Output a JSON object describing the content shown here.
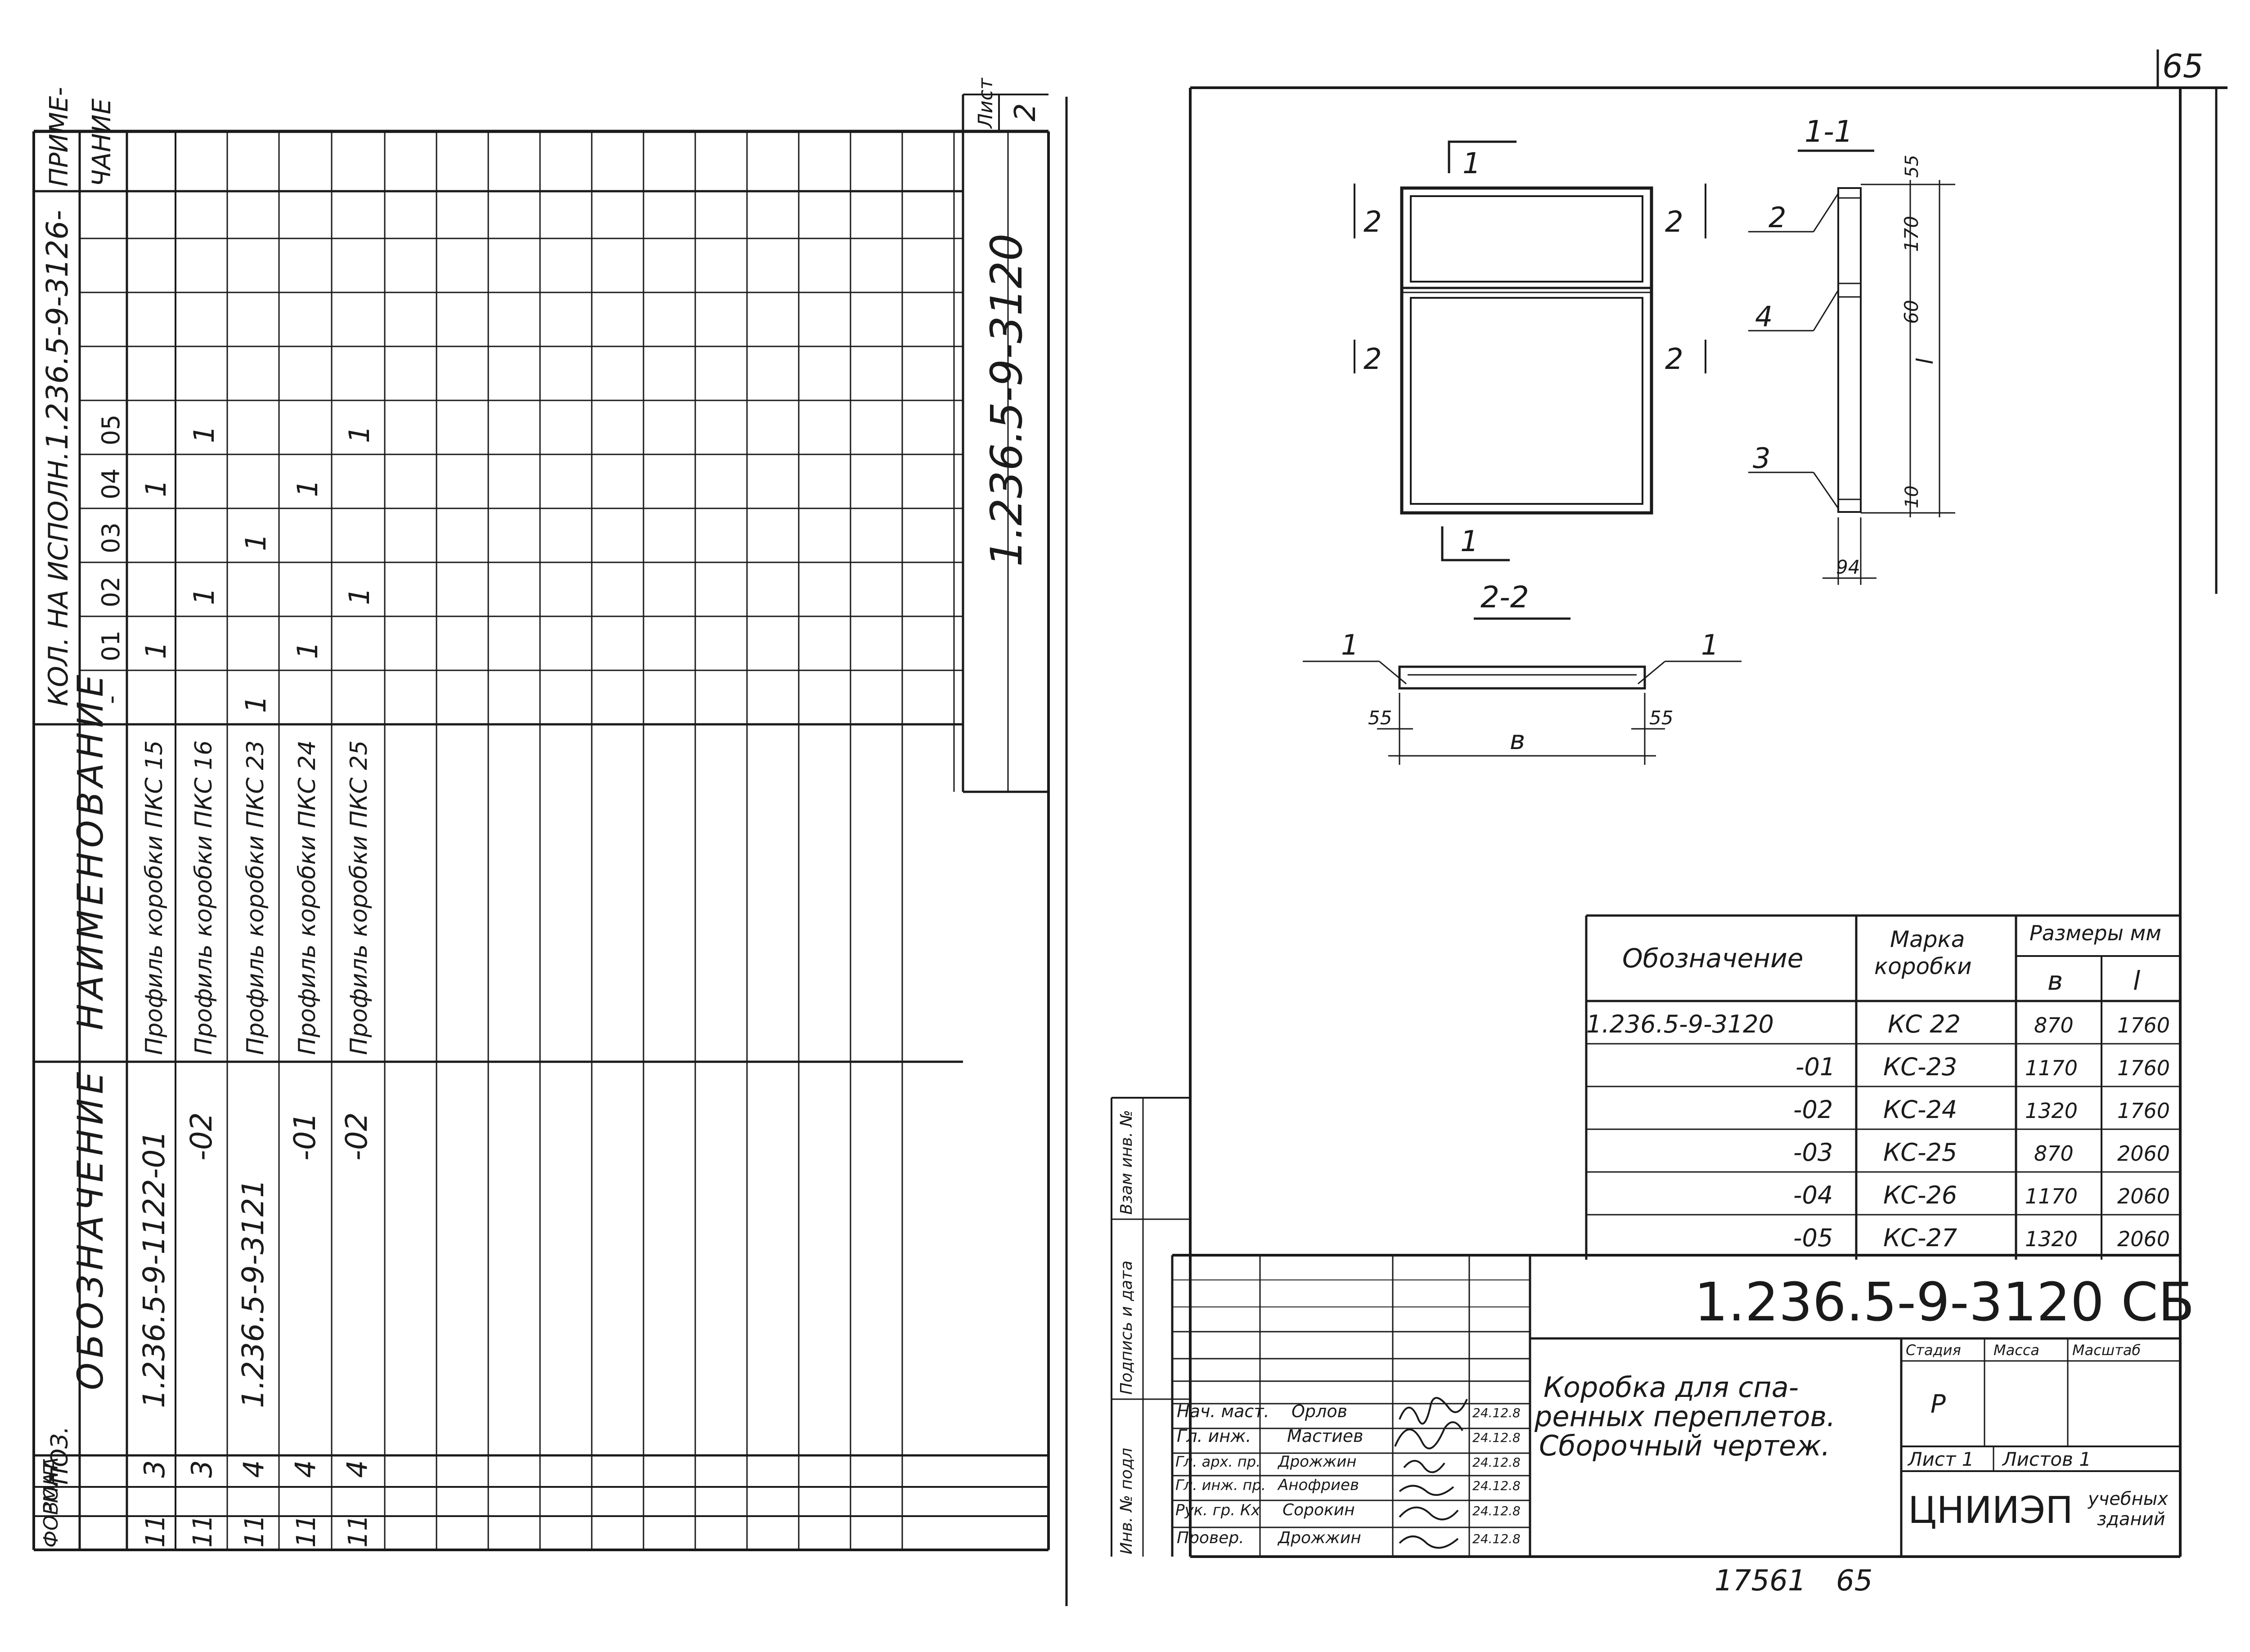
{
  "page_number": "65",
  "spec": {
    "header_oboz": "ОБОЗНАЧЕНИЕ",
    "header_name": "НАИМЕНОВАНИЕ",
    "header_kol": "КОЛ. НА ИСПОЛН.",
    "header_kol_code": "1.236.5-9-3126-",
    "header_prim": "ПРИМЕ-",
    "header_prim2": "ЧАНИЕ",
    "header_format": "ФОРМАТ",
    "header_zona": "ЗОНА",
    "header_poz": "ПОЗ.",
    "variant_cols": [
      "-",
      "01",
      "02",
      "03",
      "04",
      "05"
    ],
    "rows": [
      {
        "format": "11",
        "poz": "3",
        "oboz": "1.236.5-9-1122-01",
        "name": "Профиль коробки ПКС 15",
        "q": [
          "",
          "1",
          "",
          "",
          "1",
          ""
        ]
      },
      {
        "format": "11",
        "poz": "3",
        "oboz": "-02",
        "name": "Профиль коробки ПКС 16",
        "q": [
          "",
          "",
          "1",
          "",
          "",
          "1"
        ]
      },
      {
        "format": "11",
        "poz": "4",
        "oboz": "1.236.5-9-3121",
        "name": "Профиль коробки ПКС 23",
        "q": [
          "1",
          "",
          "",
          "1",
          "",
          ""
        ]
      },
      {
        "format": "11",
        "poz": "4",
        "oboz": "-01",
        "name": "Профиль коробки ПКС 24",
        "q": [
          "",
          "1",
          "",
          "",
          "1",
          ""
        ]
      },
      {
        "format": "11",
        "poz": "4",
        "oboz": "-02",
        "name": "Профиль коробки ПКС 25",
        "q": [
          "",
          "",
          "1",
          "",
          "",
          "1"
        ]
      }
    ],
    "stamp_code": "1.236.5-9-3120",
    "stamp_sheet_label": "Лист",
    "stamp_sheet_no": "2"
  },
  "drawing": {
    "marks": {
      "m1": "1",
      "m2": "2",
      "s11": "1-1",
      "s22": "2-2",
      "pos2": "2",
      "pos3": "3",
      "pos4": "4",
      "dim_b": "в",
      "dim_l": "l",
      "d55": "55",
      "d170": "170",
      "d60": "60",
      "d10": "10",
      "d94": "94"
    }
  },
  "size_table": {
    "h_oboz": "Обозначение",
    "h_mark1": "Марка",
    "h_mark2": "коробки",
    "h_sizes": "Размеры мм",
    "h_b": "в",
    "h_l": "l",
    "rows": [
      {
        "oboz": "1.236.5-9-3120",
        "mark": "КС 22",
        "b": "870",
        "l": "1760"
      },
      {
        "oboz": "-01",
        "mark": "КС-23",
        "b": "1170",
        "l": "1760"
      },
      {
        "oboz": "-02",
        "mark": "КС-24",
        "b": "1320",
        "l": "1760"
      },
      {
        "oboz": "-03",
        "mark": "КС-25",
        "b": "870",
        "l": "2060"
      },
      {
        "oboz": "-04",
        "mark": "КС-26",
        "b": "1170",
        "l": "2060"
      },
      {
        "oboz": "-05",
        "mark": "КС-27",
        "b": "1320",
        "l": "2060"
      }
    ]
  },
  "title_block": {
    "code": "1.236.5-9-3120 СБ",
    "title1": "Коробка для спа-",
    "title2": "ренных переплетов.",
    "title3": "Сборочный чертеж.",
    "stadia_label": "Стадия",
    "massa_label": "Масса",
    "masshtab_label": "Масштаб",
    "stadia_value": "Р",
    "list_label": "Лист 1",
    "listov_label": "Листов 1",
    "org_big": "ЦНИИЭП",
    "org_small1": "учебных",
    "org_small2": "зданий",
    "side_labels": [
      "Инв. № подл",
      "Подпись и дата",
      "Взам инв. №"
    ],
    "signers": [
      {
        "role": "Нач. маст.",
        "name": "Орлов",
        "date": "24.12.8"
      },
      {
        "role": "Гл. инж.",
        "name": "Мастиев",
        "date": "24.12.8"
      },
      {
        "role": "Гл. арх. пр.",
        "name": "Дрожжин",
        "date": "24.12.8"
      },
      {
        "role": "Гл. инж. пр.",
        "name": "Анофриев",
        "date": "24.12.8"
      },
      {
        "role": "Рук. гр. Кх",
        "name": "Сорокин",
        "date": "24.12.8"
      },
      {
        "role": "Провер.",
        "name": "Дрожжин",
        "date": "24.12.8"
      }
    ]
  },
  "footer": {
    "inv": "17561",
    "page": "65"
  }
}
